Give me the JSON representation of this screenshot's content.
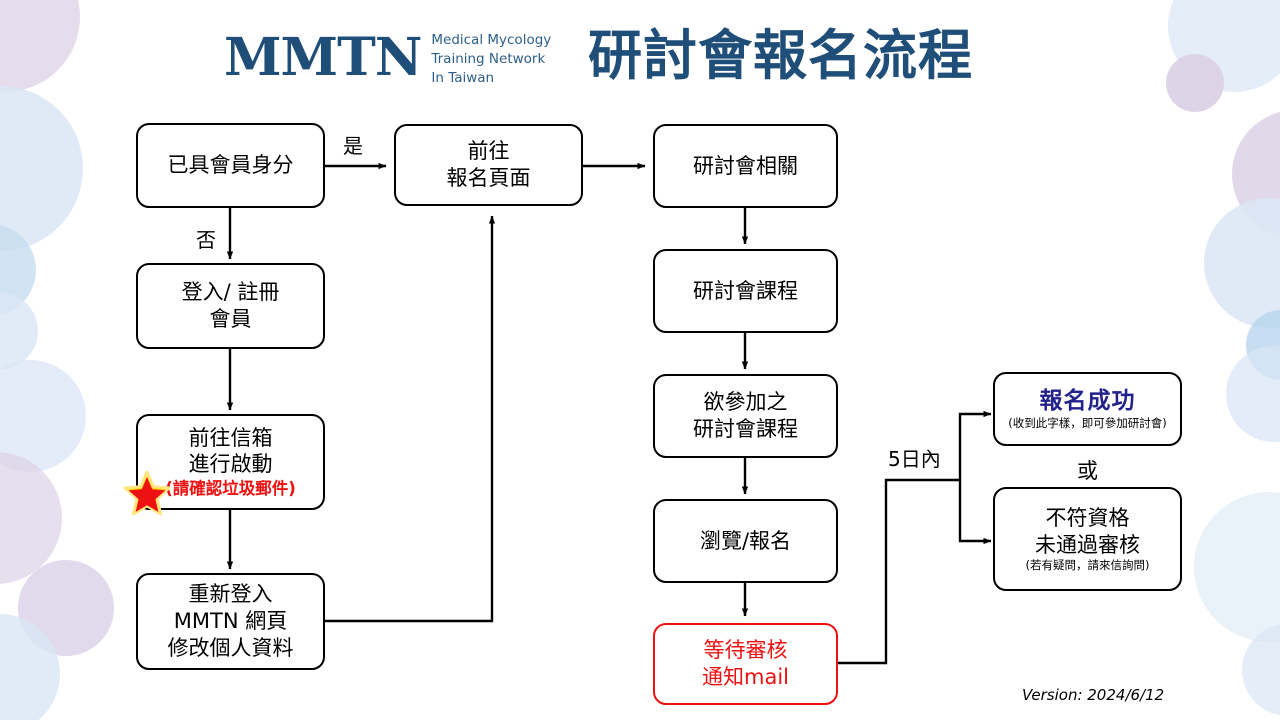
{
  "header": {
    "logo_mark": "MMTN",
    "logo_subtitle_lines": [
      "Medical Mycology",
      "Training Network",
      "In Taiwan"
    ],
    "title": "研討會報名流程",
    "brand_color": "#1F4E79"
  },
  "footer": {
    "version": "Version: 2024/6/12"
  },
  "colors": {
    "box_border": "#000000",
    "alert_red": "#EE1111",
    "success_blue": "#22228B",
    "blob_purple": "#DCD2E6",
    "blob_blue": "#D9E6F5"
  },
  "nodes": {
    "member_check": {
      "line1": "已具會員身分"
    },
    "go_register_page": {
      "line1": "前往",
      "line2": "報名頁面"
    },
    "login_register": {
      "line1": "登入/ 註冊",
      "line2": "會員"
    },
    "mailbox_activate": {
      "line1": "前往信箱",
      "line2": "進行啟動",
      "warn": "(請確認垃圾郵件)"
    },
    "relogin_profile": {
      "line1": "重新登入",
      "line2": "MMTN 網頁",
      "line3": "修改個人資料"
    },
    "seminar_related": {
      "line1": "研討會相關"
    },
    "seminar_course": {
      "line1": "研討會課程"
    },
    "desired_course": {
      "line1": "欲參加之",
      "line2": "研討會課程"
    },
    "browse_register": {
      "line1": "瀏覽/報名"
    },
    "waiting_review": {
      "line1": "等待審核",
      "line2": "通知mail"
    },
    "success": {
      "title": "報名成功",
      "sub": "(收到此字樣，即可參加研討會)"
    },
    "rejected": {
      "line1": "不符資格",
      "line2": "未通過審核",
      "sub": "(若有疑問，請來信詢問)"
    }
  },
  "edge_labels": {
    "yes": "是",
    "no": "否",
    "within_5_days": "5日內",
    "or": "或"
  },
  "icons": {
    "star": "red-star-icon"
  }
}
